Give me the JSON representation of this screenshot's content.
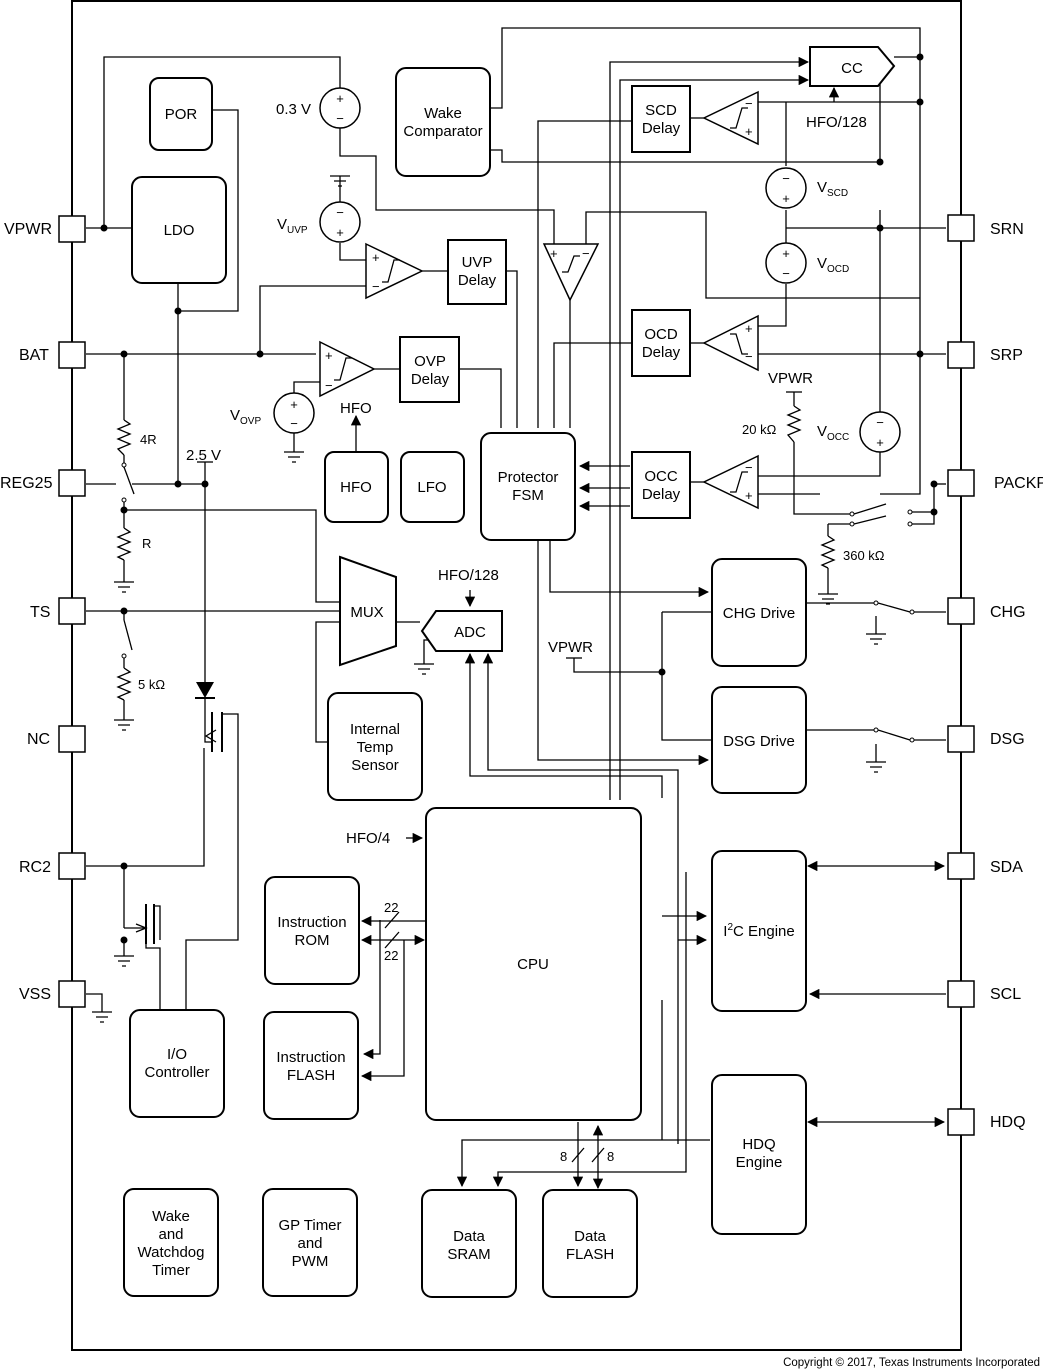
{
  "blocks": {
    "por": "POR",
    "ldo": "LDO",
    "wake_comparator": [
      "Wake",
      "Comparator"
    ],
    "cc": "CC",
    "scd_delay": [
      "SCD",
      "Delay"
    ],
    "uvp_delay": [
      "UVP",
      "Delay"
    ],
    "ovp_delay": [
      "OVP",
      "Delay"
    ],
    "ocd_delay": [
      "OCD",
      "Delay"
    ],
    "occ_delay": [
      "OCC",
      "Delay"
    ],
    "hfo": "HFO",
    "lfo": "LFO",
    "protector_fsm": [
      "Protector",
      "FSM"
    ],
    "mux": "MUX",
    "adc": "ADC",
    "chg_drive": "CHG Drive",
    "dsg_drive": "DSG Drive",
    "internal_temp_sensor": [
      "Internal",
      "Temp",
      "Sensor"
    ],
    "cpu": "CPU",
    "instruction_rom": [
      "Instruction",
      "ROM"
    ],
    "instruction_flash": [
      "Instruction",
      "FLASH"
    ],
    "i2c_engine": {
      "pre": "I",
      "sup": "2",
      "post": "C Engine"
    },
    "io_controller": [
      "I/O",
      "Controller"
    ],
    "hdq_engine": [
      "HDQ",
      "Engine"
    ],
    "wake_watchdog_timer": [
      "Wake",
      "and",
      "Watchdog",
      "Timer"
    ],
    "gp_timer_pwm": [
      "GP Timer",
      "and",
      "PWM"
    ],
    "data_sram": [
      "Data",
      "SRAM"
    ],
    "data_flash": [
      "Data",
      "FLASH"
    ]
  },
  "pins_left": [
    "VPWR",
    "BAT",
    "REG25",
    "TS",
    "NC",
    "RC2",
    "VSS"
  ],
  "pins_right": [
    "SRN",
    "SRP",
    "PACKP",
    "CHG",
    "DSG",
    "SDA",
    "SCL",
    "HDQ"
  ],
  "labels": {
    "v03": "0.3 V",
    "vuvp": {
      "base": "V",
      "sub": "UVP"
    },
    "vovp": {
      "base": "V",
      "sub": "OVP"
    },
    "vscd": {
      "base": "V",
      "sub": "SCD"
    },
    "vocd": {
      "base": "V",
      "sub": "OCD"
    },
    "vocc": {
      "base": "V",
      "sub": "OCC"
    },
    "hfo_128_cc": "HFO/128",
    "hfo_128_adc": "HFO/128",
    "hfo_out": "HFO",
    "hfo_4": "HFO/4",
    "vpwr_top": "VPWR",
    "vpwr_mid": "VPWR",
    "r_20k": "20 kΩ",
    "r_360k": "360 kΩ",
    "r_4r": "4R",
    "r_r": "R",
    "r_5k": "5 kΩ",
    "v25": "2.5 V",
    "bus22_a": "22",
    "bus22_b": "22",
    "bus8_a": "8",
    "bus8_b": "8"
  },
  "copyright": "Copyright © 2017, Texas Instruments Incorporated"
}
